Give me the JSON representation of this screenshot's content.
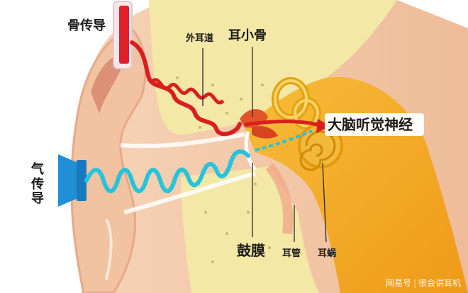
{
  "labels": {
    "bone_conduction": "骨传导",
    "air_conduction": [
      "气",
      "传",
      "导"
    ],
    "ear_canal": "外耳道",
    "ossicles": "耳小骨",
    "auditory_nerve": "大脑听觉神经",
    "eardrum": "鼓膜",
    "eustachian_tube": "耳管",
    "cochlea": "耳蜗"
  },
  "watermark": {
    "site": "网易号",
    "account": "很会讲耳机"
  },
  "colors": {
    "bone_wave": "#d81e1e",
    "air_wave": "#27c3dc",
    "bone_device": "#e01f2b",
    "air_device": "#1f8fd6",
    "skin": "#f3c9a8",
    "bone_tissue": "#f4e8a8",
    "inner_ear": "#f3a81d"
  }
}
